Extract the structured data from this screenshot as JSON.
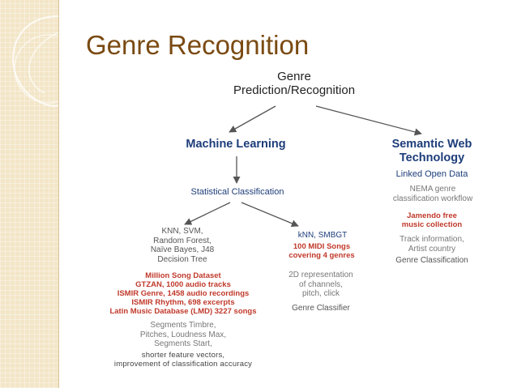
{
  "slide": {
    "title": "Genre Recognition"
  },
  "diagram": {
    "root": [
      "Genre",
      "Prediction/Recognition"
    ],
    "machine_learning": {
      "label": "Machine Learning",
      "child": "Statistical Classification",
      "left_branch": {
        "methods": [
          "KNN, SVM,",
          "Random Forest,",
          "Naïve Bayes, J48",
          "Decision Tree"
        ],
        "datasets": [
          "Million Song Dataset",
          "GTZAN, 1000 audio tracks",
          "ISMIR Genre, 1458 audio recordings",
          "ISMIR Rhythm, 698 excerpts",
          "Latin Music Database (LMD) 3227 songs"
        ],
        "features": [
          "Segments Timbre,",
          "Pitches, Loudness Max,",
          "Segments Start,"
        ],
        "notes": [
          "shorter feature vectors,",
          "improvement of classification accuracy"
        ]
      },
      "right_branch": {
        "methods": "kNN, SMBGT",
        "datasets": [
          "100 MIDI Songs",
          "covering 4 genres"
        ],
        "representation": [
          "2D representation",
          "of channels,",
          "pitch, click"
        ],
        "classifier": "Genre Classifier"
      }
    },
    "semantic_web": {
      "label": [
        "Semantic Web",
        "Technology"
      ],
      "linked": "Linked Open Data",
      "workflow": [
        "NEMA genre",
        "classification workflow"
      ],
      "collection": [
        "Jamendo free",
        "music collection"
      ],
      "info": [
        "Track information,",
        "Artist country"
      ],
      "classification": "Genre Classification"
    }
  }
}
